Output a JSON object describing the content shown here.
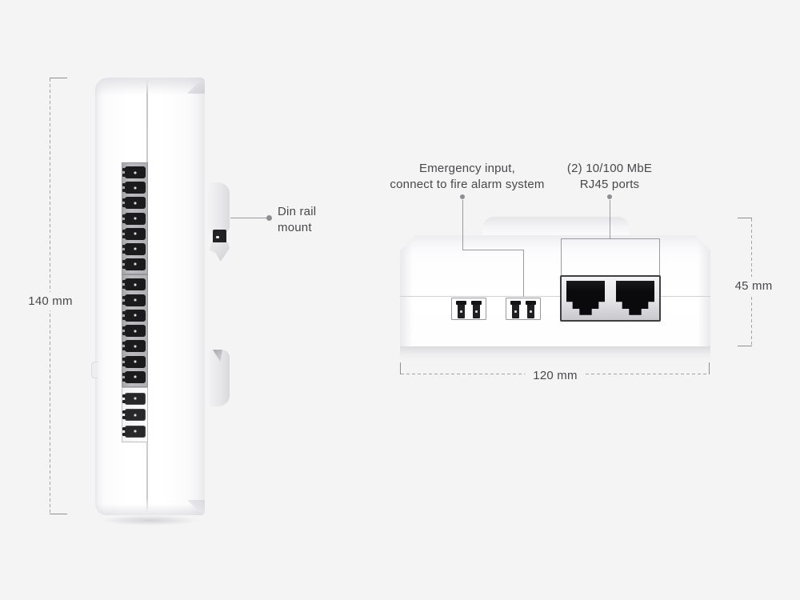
{
  "diagram_title": "device-dimensions-diagram",
  "colors": {
    "background": "#f4f4f5",
    "text": "#48484b",
    "callout_line": "#9b9b9f",
    "dimension_line": "#a4a4a8",
    "device_body": "#ffffff",
    "connector_black": "#1b1b1d"
  },
  "side_view": {
    "height_dimension_label": "140 mm",
    "din_rail_label_line1": "Din rail",
    "din_rail_label_line2": "mount",
    "terminal_groups": [
      7,
      7,
      3
    ]
  },
  "front_view": {
    "emergency_label_line1": "Emergency input,",
    "emergency_label_line2": "connect to fire alarm system",
    "rj45_label_line1": "(2) 10/100 MbE",
    "rj45_label_line2": "RJ45 ports",
    "emergency_pair_count": 2,
    "rj45_port_count": 2,
    "width_dimension_label": "120 mm",
    "height_dimension_label": "45 mm"
  }
}
